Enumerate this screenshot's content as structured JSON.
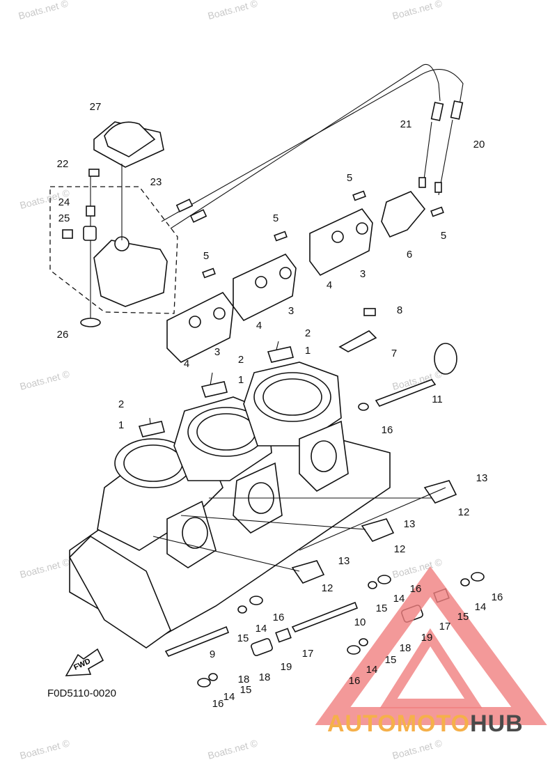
{
  "diagram": {
    "code": "F0D5110-0020",
    "fwd_label": "FWD",
    "watermark_text": "Boats.net ©",
    "brand": {
      "part1": "AUTOMOTO",
      "part2": "HUB",
      "color1": "#f5b04a",
      "color2": "#4a4a4a",
      "mark_color": "#f08080"
    },
    "callouts": [
      {
        "n": "27"
      },
      {
        "n": "22"
      },
      {
        "n": "23"
      },
      {
        "n": "24"
      },
      {
        "n": "25"
      },
      {
        "n": "26"
      },
      {
        "n": "21"
      },
      {
        "n": "20"
      },
      {
        "n": "5"
      },
      {
        "n": "5"
      },
      {
        "n": "5"
      },
      {
        "n": "5"
      },
      {
        "n": "6"
      },
      {
        "n": "3"
      },
      {
        "n": "3"
      },
      {
        "n": "3"
      },
      {
        "n": "4"
      },
      {
        "n": "4"
      },
      {
        "n": "4"
      },
      {
        "n": "8"
      },
      {
        "n": "7"
      },
      {
        "n": "2"
      },
      {
        "n": "1"
      },
      {
        "n": "2"
      },
      {
        "n": "1"
      },
      {
        "n": "2"
      },
      {
        "n": "1"
      },
      {
        "n": "11"
      },
      {
        "n": "16"
      },
      {
        "n": "13"
      },
      {
        "n": "12"
      },
      {
        "n": "13"
      },
      {
        "n": "12"
      },
      {
        "n": "13"
      },
      {
        "n": "12"
      },
      {
        "n": "16"
      },
      {
        "n": "14"
      },
      {
        "n": "15"
      },
      {
        "n": "16"
      },
      {
        "n": "14"
      },
      {
        "n": "15"
      },
      {
        "n": "17"
      },
      {
        "n": "19"
      },
      {
        "n": "10"
      },
      {
        "n": "18"
      },
      {
        "n": "16"
      },
      {
        "n": "14"
      },
      {
        "n": "15"
      },
      {
        "n": "9"
      },
      {
        "n": "17"
      },
      {
        "n": "19"
      },
      {
        "n": "18"
      },
      {
        "n": "15"
      },
      {
        "n": "14"
      },
      {
        "n": "16"
      },
      {
        "n": "18"
      },
      {
        "n": "15"
      },
      {
        "n": "14"
      },
      {
        "n": "16"
      }
    ]
  }
}
